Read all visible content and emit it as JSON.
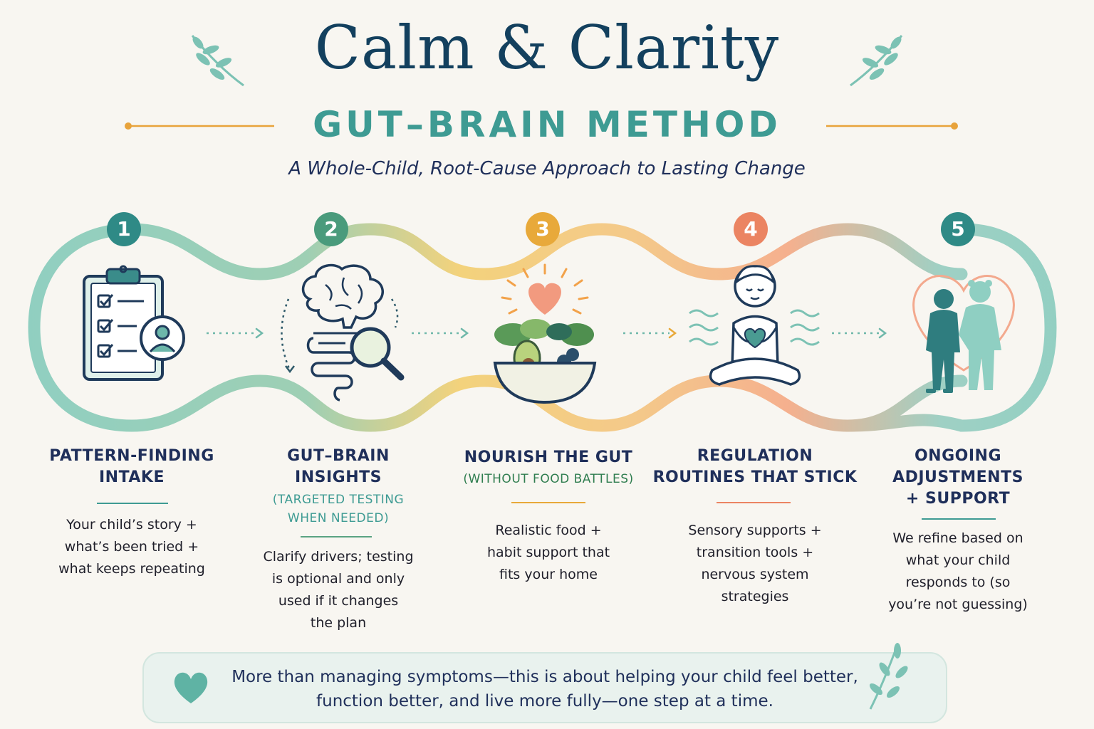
{
  "header": {
    "title": "Calm & Clarity",
    "subtitle": "GUT–BRAIN METHOD",
    "tagline": "A Whole-Child, Root-Cause Approach to Lasting Change"
  },
  "colors": {
    "navy": "#1f2f5a",
    "teal": "#3e9b93",
    "green": "#5aa382",
    "gold": "#e8a93a",
    "coral": "#eb8462",
    "orange_line": "#e8a33b"
  },
  "steps": [
    {
      "number": "1",
      "title_lines": [
        "PATTERN-FINDING",
        "INTAKE"
      ],
      "note_lines": [],
      "desc_lines": [
        "Your child’s story +",
        "what’s been tried +",
        "what keeps repeating"
      ],
      "icon": "clipboard-checklist-icon"
    },
    {
      "number": "2",
      "title_lines": [
        "GUT–BRAIN",
        "INSIGHTS"
      ],
      "note_lines": [
        "(TARGETED TESTING",
        "WHEN NEEDED)"
      ],
      "desc_lines": [
        "Clarify drivers; testing",
        "is optional and only",
        "used if it changes",
        "the plan"
      ],
      "icon": "brain-gut-magnifier-icon"
    },
    {
      "number": "3",
      "title_lines": [
        "NOURISH THE GUT"
      ],
      "note_lines": [
        "(WITHOUT FOOD BATTLES)"
      ],
      "desc_lines": [
        "Realistic food +",
        "habit support that",
        "fits your home"
      ],
      "icon": "salad-bowl-heart-icon"
    },
    {
      "number": "4",
      "title_lines": [
        "REGULATION",
        "ROUTINES THAT STICK"
      ],
      "note_lines": [],
      "desc_lines": [
        "Sensory supports +",
        "transition tools +",
        "nervous system",
        "strategies"
      ],
      "icon": "meditating-child-icon"
    },
    {
      "number": "5",
      "title_lines": [
        "ONGOING",
        "ADJUSTMENTS",
        "+ SUPPORT"
      ],
      "note_lines": [],
      "desc_lines": [
        "We refine based on",
        "what your child",
        "responds to (so",
        "you’re not guessing)"
      ],
      "icon": "parent-child-heart-icon"
    }
  ],
  "footer": {
    "lines": [
      "More than managing symptoms—this is about helping your child feel better,",
      "function better, and live more fully—one step at a time."
    ],
    "icon": "heart-icon"
  }
}
